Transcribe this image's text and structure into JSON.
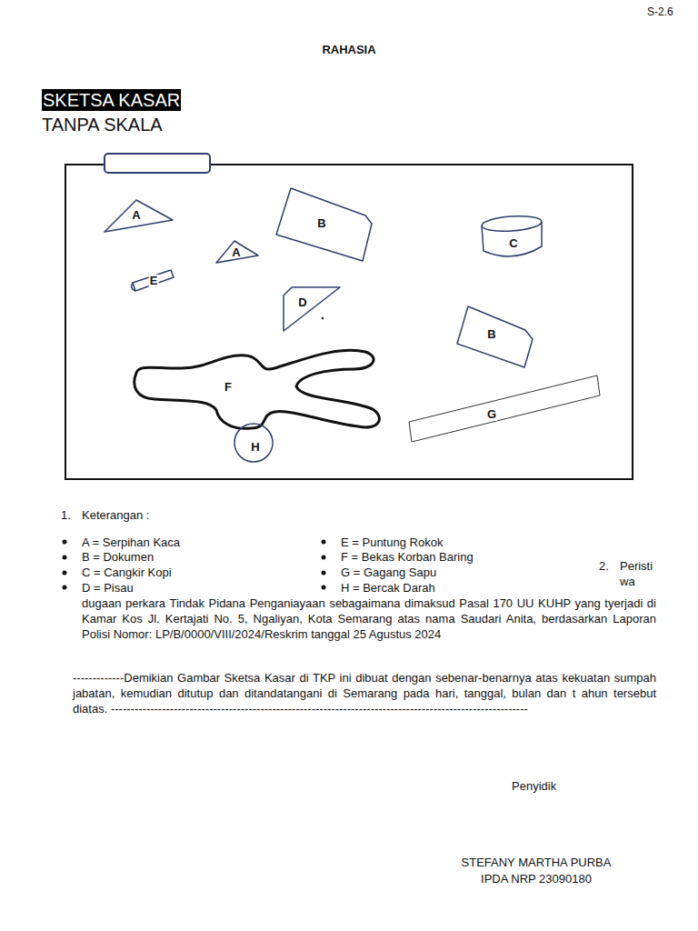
{
  "diagram": {
    "title": "SKETSA KASAR",
    "nodes": [
      {
        "text": [
          "A"
        ]
      },
      {
        "text": [
          "B"
        ]
      },
      {
        "text": [
          "C"
        ]
      },
      {
        "text": [
          "A"
        ]
      },
      {
        "text": [
          "E"
        ]
      },
      {
        "text": [
          "D"
        ]
      },
      {
        "text": [
          "B"
        ]
      },
      {
        "text": [
          "F"
        ]
      },
      {
        "text": [
          "G"
        ]
      },
      {
        "text": [
          "H"
        ]
      }
    ],
    "labels": [
      "S-2.6",
      "RAHASIA",
      "TANPA SKALA",
      "1.",
      "Keterangan :",
      "A = Serpihan Kaca",
      "B = Dokumen",
      "C = Cangkir Kopi",
      "D = Pisau",
      "E = Puntung Rokok",
      "F = Bekas Korban Baring",
      "G = Gagang Sapu",
      "H = Bercak Darah",
      "2.",
      "Peristi wa",
      "dugaan perkara Tindak Pidana Penganiayaan sebagaimana dimaksud Pasal 170 UU KUHP yang tyerjadi di Kamar Kos Jl. Kertajati No. 5, Ngaliyan, Kota Semarang atas nama Saudari Anita, berdasarkan Laporan Polisi Nomor: LP/B/0000/VIII/2024/Reskrim tanggal 25 Agustus 2024",
      "-------------Demikian Gambar Sketsa Kasar di TKP ini dibuat dengan sebenar-benarnya atas kekuatan sumpah jabatan, kemudian ditutup dan ditandatangani di Semarang pada hari, tanggal, bulan dan t ahun tersebut diatas. ----------------------------------------------------------------------------------------------------------",
      "Penyidik",
      "STEFANY MARTHA PURBA",
      "IPDA NRP 23090180"
    ]
  }
}
